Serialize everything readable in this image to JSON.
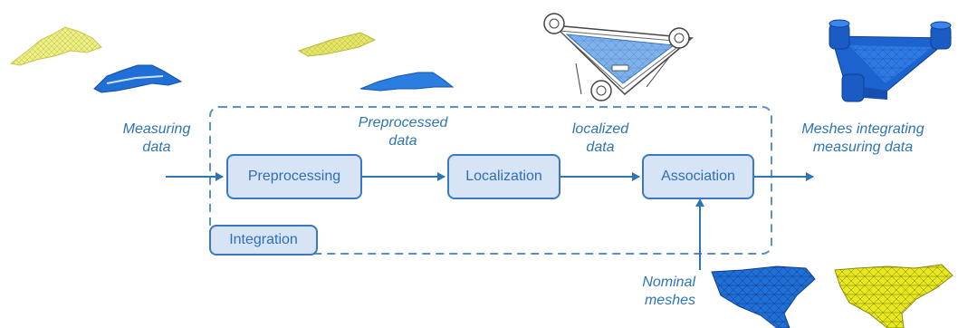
{
  "diagram": {
    "input_label": "Measuring\ndata",
    "preprocessed_label": "Preprocessed\ndata",
    "localized_label": "localized\ndata",
    "output_label": "Meshes integrating\nmeasuring data",
    "nominal_label": "Nominal\nmeshes",
    "steps": {
      "preprocessing": "Preprocessing",
      "localization": "Localization",
      "association": "Association"
    },
    "group_label": "Integration"
  },
  "colors": {
    "accent": "#2e75b6",
    "box_fill": "#d6e4f5",
    "box_border": "#3a78c3",
    "mesh_blue": "#1f6fd6",
    "mesh_yellow": "#e3e35a"
  },
  "icons": [
    "yellow-scan-mesh-icon",
    "blue-scan-mesh-icon",
    "cad-part-drawing-icon",
    "blue-3d-part-icon",
    "blue-nominal-mesh-icon",
    "yellow-nominal-mesh-icon"
  ]
}
